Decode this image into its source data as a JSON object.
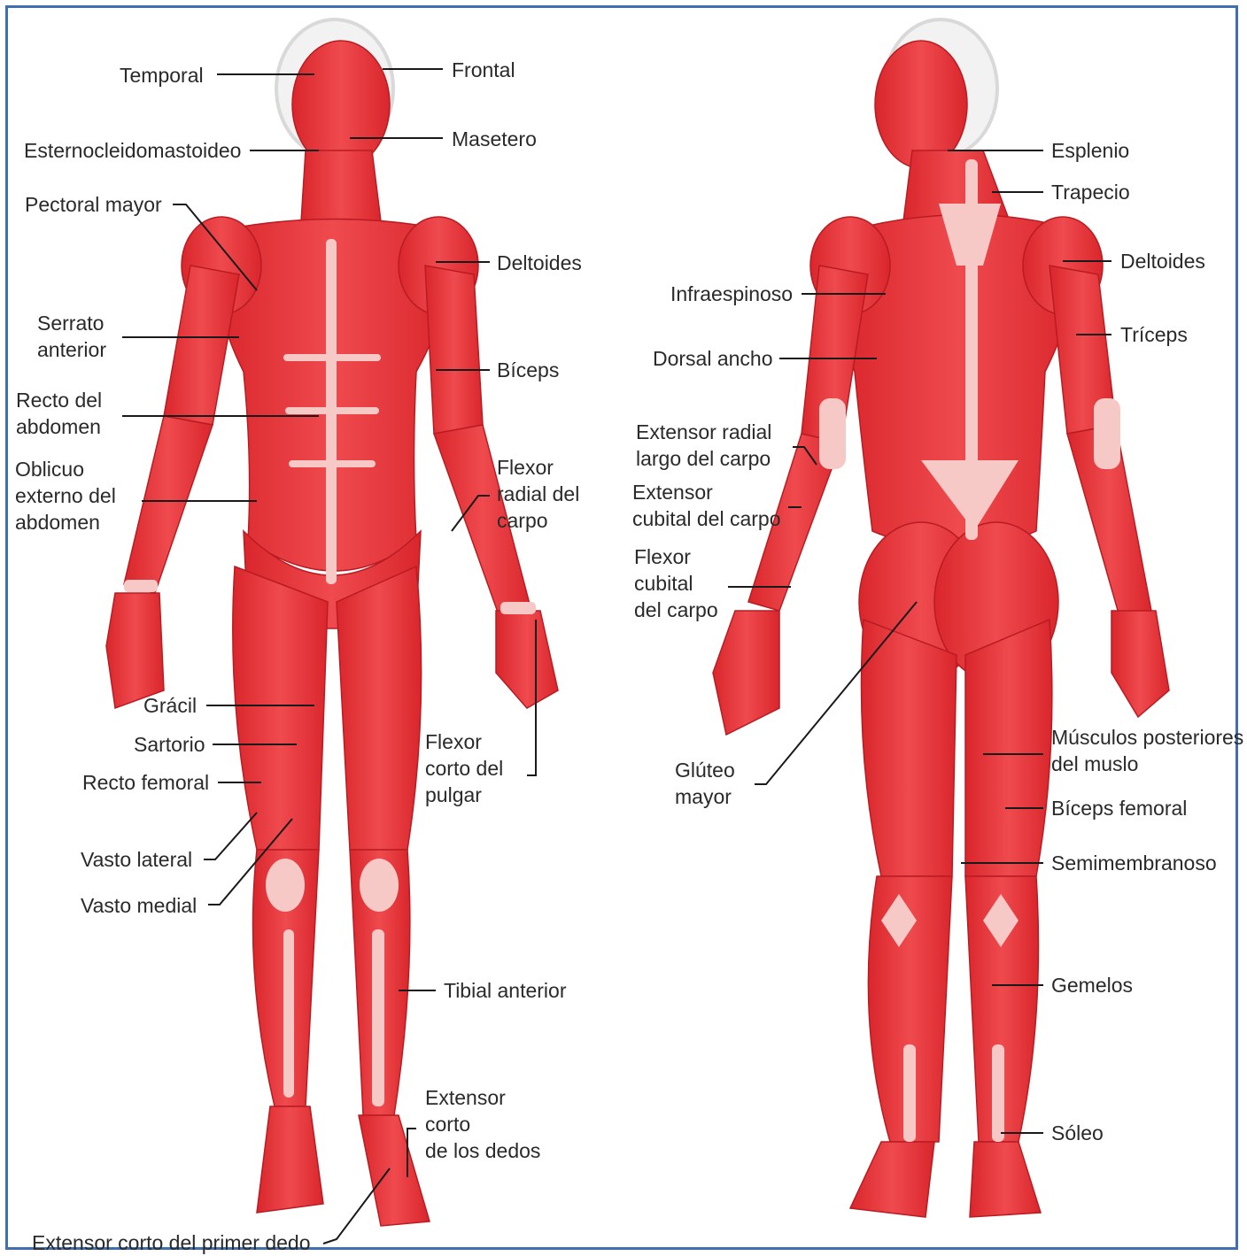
{
  "colors": {
    "frame": "#3f6fae",
    "muscle": "#e8343a",
    "muscle_dark": "#c62126",
    "tendon": "#f6c9c6",
    "line": "#1a1a1a",
    "head_outline": "#d9d9d9"
  },
  "front_labels": {
    "temporal": "Temporal",
    "frontal": "Frontal",
    "esternocleidomastoideo": "Esternocleidomastoideo",
    "masetero": "Masetero",
    "pectoral_mayor": "Pectoral mayor",
    "deltoides": "Deltoides",
    "serrato_anterior": "Serrato\nanterior",
    "biceps": "Bíceps",
    "recto_abdomen": "Recto del\nabdomen",
    "oblicuo_externo": "Oblicuo\nexterno del\nabdomen",
    "flexor_radial_carpo": "Flexor\nradial del\ncarpo",
    "gracil": "Grácil",
    "sartorio": "Sartorio",
    "recto_femoral": "Recto femoral",
    "flexor_corto_pulgar": "Flexor\ncorto del\npulgar",
    "vasto_lateral": "Vasto lateral",
    "vasto_medial": "Vasto medial",
    "tibial_anterior": "Tibial anterior",
    "extensor_corto_dedos": "Extensor\ncorto\nde los dedos",
    "extensor_corto_primer_dedo": "Extensor corto del primer dedo"
  },
  "back_labels": {
    "esplenio": "Esplenio",
    "trapecio": "Trapecio",
    "deltoides": "Deltoides",
    "infraespinoso": "Infraespinoso",
    "triceps": "Tríceps",
    "dorsal_ancho": "Dorsal ancho",
    "extensor_radial_largo_carpo": "Extensor radial\nlargo del carpo",
    "extensor_cubital_carpo": "Extensor\ncubital del carpo",
    "flexor_cubital_carpo": "Flexor\ncubital\ndel carpo",
    "musculos_posteriores_muslo": "Músculos posteriores\ndel muslo",
    "gluteo_mayor": "Glúteo\nmayor",
    "biceps_femoral": "Bíceps femoral",
    "semimembranoso": "Semimembranoso",
    "gemelos": "Gemelos",
    "soleo": "Sóleo"
  }
}
